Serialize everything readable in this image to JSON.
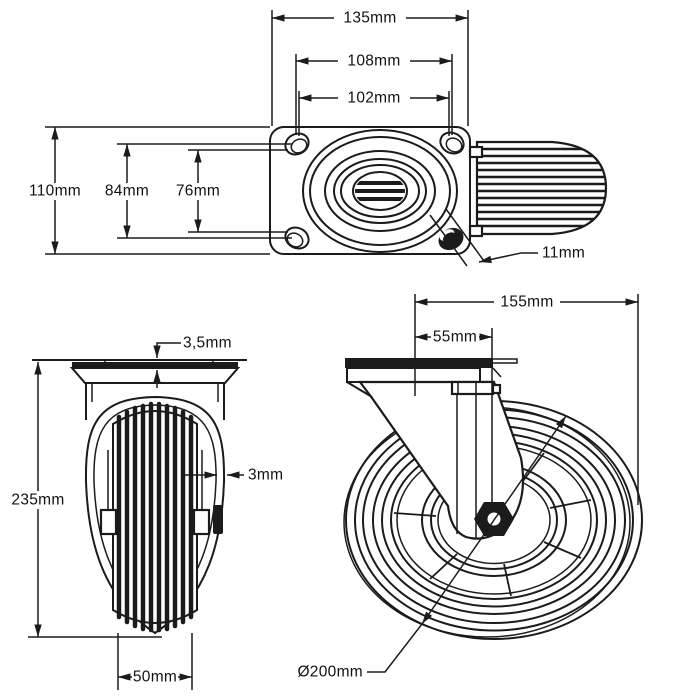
{
  "colors": {
    "background": "#ffffff",
    "line": "#1b1b1b"
  },
  "views": {
    "top_view": {
      "dims": {
        "plate_width": "135mm",
        "hole_spacing_width_outer": "108mm",
        "hole_spacing_width": "102mm",
        "plate_depth": "110mm",
        "hole_spacing_depth": "84mm",
        "hole_spacing_depth_inner": "76mm",
        "hole_diameter": "11mm"
      }
    },
    "front_view": {
      "dims": {
        "plate_thickness": "3,5mm",
        "tread_wall": "3mm",
        "overall_height": "235mm",
        "wheel_width": "50mm"
      }
    },
    "side_view": {
      "dims": {
        "overall_length": "155mm",
        "swivel_offset": "55mm",
        "wheel_diameter": "Ø200mm"
      }
    }
  }
}
